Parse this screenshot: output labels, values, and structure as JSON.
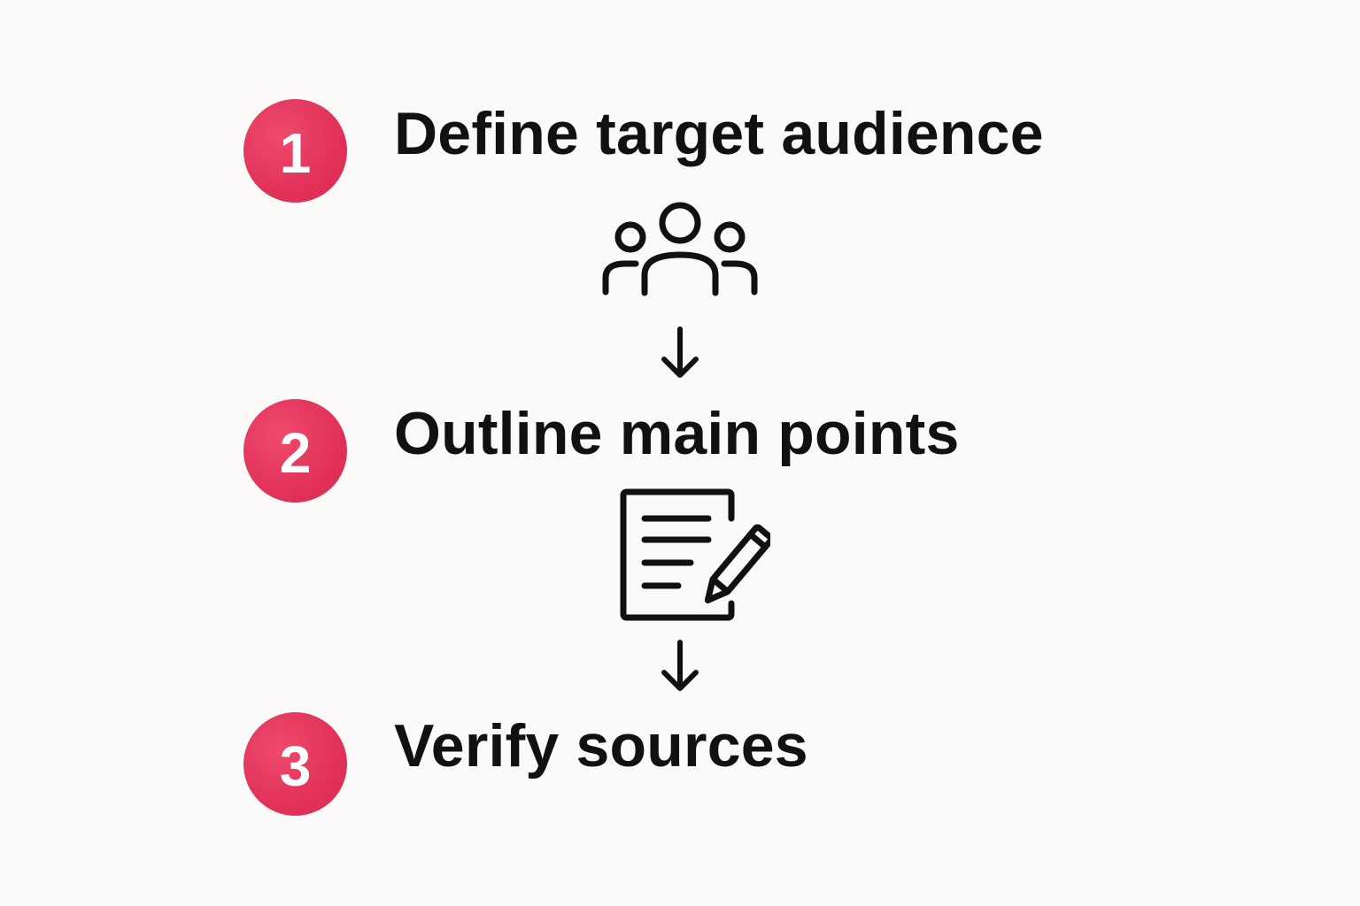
{
  "steps": [
    {
      "number": "1",
      "title": "Define target audience",
      "icon": "audience-group-icon"
    },
    {
      "number": "2",
      "title": "Outline main points",
      "icon": "document-edit-icon"
    },
    {
      "number": "3",
      "title": "Verify sources",
      "icon": ""
    }
  ],
  "connectors": [
    "arrow-down-icon",
    "arrow-down-icon"
  ],
  "colors": {
    "background": "#fbfaf8",
    "badge": "#e2325a",
    "badge_text": "#ffffff",
    "text": "#111111",
    "icon_stroke": "#111111"
  }
}
